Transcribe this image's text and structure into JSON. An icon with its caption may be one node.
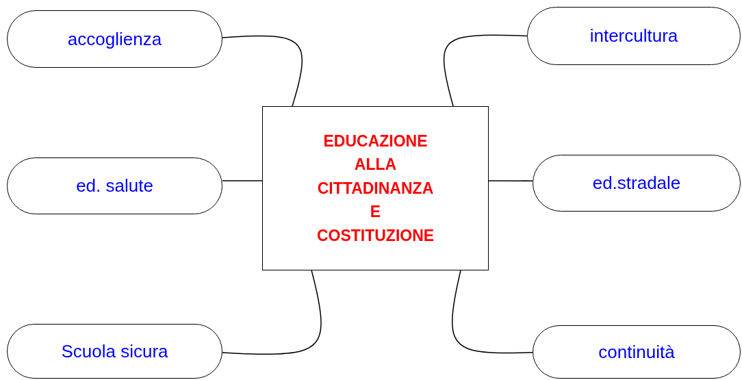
{
  "diagram": {
    "nodes": [
      {
        "text": [
          "EDUCAZIONE ALLA CITTADINANZA E COSTITUZIONE"
        ]
      },
      {
        "text": [
          "accoglienza"
        ]
      },
      {
        "text": [
          "intercultura"
        ]
      },
      {
        "text": [
          "ed. salute"
        ]
      },
      {
        "text": [
          "ed.stradale"
        ]
      },
      {
        "text": [
          "Scuola sicura"
        ]
      },
      {
        "text": [
          "continuità"
        ]
      }
    ],
    "edges": [
      {
        "from": 0,
        "to": 1,
        "arrow": "none"
      },
      {
        "from": 0,
        "to": 2,
        "arrow": "none"
      },
      {
        "from": 0,
        "to": 3,
        "arrow": "none"
      },
      {
        "from": 0,
        "to": 4,
        "arrow": "none"
      },
      {
        "from": 0,
        "to": 5,
        "arrow": "none"
      },
      {
        "from": 0,
        "to": 6,
        "arrow": "none"
      }
    ]
  }
}
